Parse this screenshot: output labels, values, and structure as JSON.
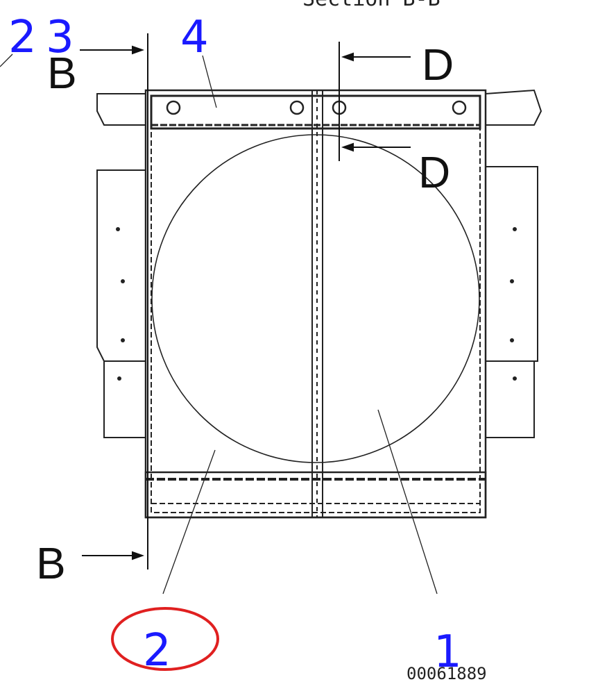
{
  "section_title": "Section B-B",
  "drawing_number": "00061889",
  "section_markers": {
    "b_top": "B",
    "b_bottom": "B",
    "d_top": "D",
    "d_bottom": "D"
  },
  "callouts": [
    {
      "label": "2",
      "part": "top-left"
    },
    {
      "label": "3",
      "part": "top-left"
    },
    {
      "label": "4",
      "part": "top-bar"
    },
    {
      "label": "2",
      "part": "bottom-left",
      "highlighted": true
    },
    {
      "label": "1",
      "part": "fan-shroud"
    }
  ],
  "colors": {
    "callout": "#1a1aff",
    "highlight": "#e02020",
    "line": "#222222"
  }
}
